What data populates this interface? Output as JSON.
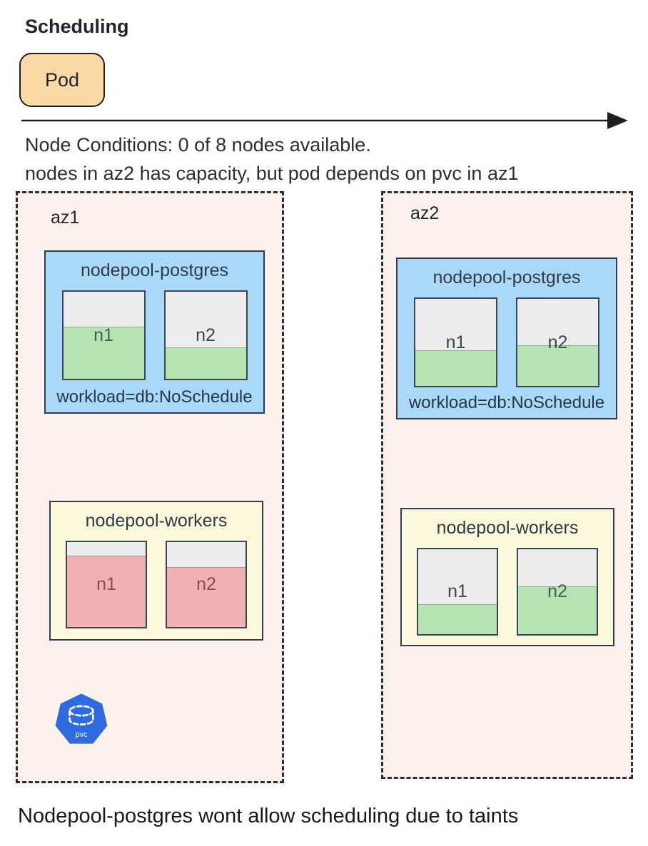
{
  "header": {
    "title": "Scheduling",
    "pod_label": "Pod",
    "conditions_line1": "Node Conditions: 0 of 8 nodes available.",
    "conditions_line2": "nodes in az2 has capacity, but pod depends on pvc in az1"
  },
  "footer": {
    "note": "Nodepool-postgres wont allow scheduling due to taints"
  },
  "colors": {
    "pod_fill": "#fbd9a6",
    "zone_fill": "#fdf1ee",
    "postgres_pool_fill": "#a9d8f8",
    "workers_pool_fill": "#fcf8dc",
    "node_unused": "#ececec",
    "node_fill_green": "#b7e2b4",
    "node_fill_red": "#f0b1b4",
    "pvc_blue": "#2f6be0"
  },
  "zones": [
    {
      "label": "az1",
      "pools": [
        {
          "name": "nodepool-postgres",
          "taint": "workload=db:NoSchedule",
          "nodes": [
            {
              "label": "n1",
              "fill_color": "green",
              "fill_pct": 60,
              "label_tone": "green"
            },
            {
              "label": "n2",
              "fill_color": "green",
              "fill_pct": 36,
              "label_tone": "dark"
            }
          ]
        },
        {
          "name": "nodepool-workers",
          "nodes": [
            {
              "label": "n1",
              "fill_color": "red",
              "fill_pct": 84,
              "label_tone": "red"
            },
            {
              "label": "n2",
              "fill_color": "red",
              "fill_pct": 71,
              "label_tone": "red"
            }
          ]
        }
      ],
      "pvc_label": "pvc"
    },
    {
      "label": "az2",
      "pools": [
        {
          "name": "nodepool-postgres",
          "taint": "workload=db:NoSchedule",
          "nodes": [
            {
              "label": "n1",
              "fill_color": "green",
              "fill_pct": 41,
              "label_tone": "dark"
            },
            {
              "label": "n2",
              "fill_color": "green",
              "fill_pct": 47,
              "label_tone": "dark"
            }
          ]
        },
        {
          "name": "nodepool-workers",
          "nodes": [
            {
              "label": "n1",
              "fill_color": "green",
              "fill_pct": 35,
              "label_tone": "dark"
            },
            {
              "label": "n2",
              "fill_color": "green",
              "fill_pct": 56,
              "label_tone": "green"
            }
          ]
        }
      ]
    }
  ]
}
